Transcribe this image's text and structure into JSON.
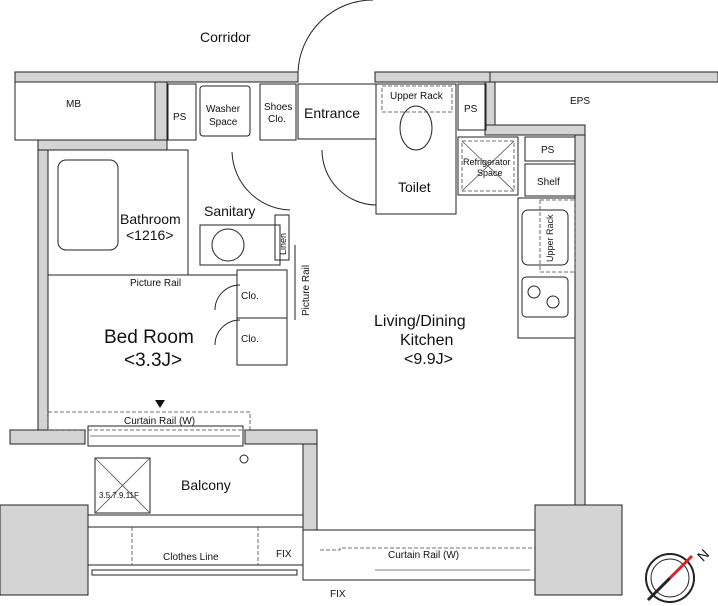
{
  "rooms": {
    "corridor": "Corridor",
    "mb": "MB",
    "eps": "EPS",
    "ps_left": "PS",
    "ps_top_right": "PS",
    "ps_right": "PS",
    "washer_l1": "Washer",
    "washer_l2": "Space",
    "shoes_l1": "Shoes",
    "shoes_l2": "Clo.",
    "entrance": "Entrance",
    "upper_rack_toilet": "Upper Rack",
    "toilet": "Toilet",
    "refrigerator_l1": "Refrigerator",
    "refrigerator_l2": "Space",
    "shelf": "Shelf",
    "upper_rack_kitchen": "Upper Rack",
    "bathroom": "Bathroom",
    "bathroom_size": "<1216>",
    "sanitary": "Sanitary",
    "linen": "Linen",
    "picture_rail_h": "Picture Rail",
    "picture_rail_v": "Picture Rail",
    "closet_1": "Clo.",
    "closet_2": "Clo.",
    "bedroom": "Bed Room",
    "bedroom_size": "<3.3J>",
    "ldk_l1": "Living/Dining",
    "ldk_l2": "Kitchen",
    "ldk_size": "<9.9J>",
    "curtain_rail_1": "Curtain Rail (W)",
    "curtain_rail_2": "Curtain Rail (W)",
    "balcony": "Balcony",
    "hatch_floors": "3.5.7.9.11F",
    "clothes_line": "Clothes Line",
    "fix_1": "FIX",
    "fix_2": "FIX",
    "north": "N"
  },
  "colors": {
    "wall": "#d4d4d4",
    "compass_needle": "#e02020"
  }
}
